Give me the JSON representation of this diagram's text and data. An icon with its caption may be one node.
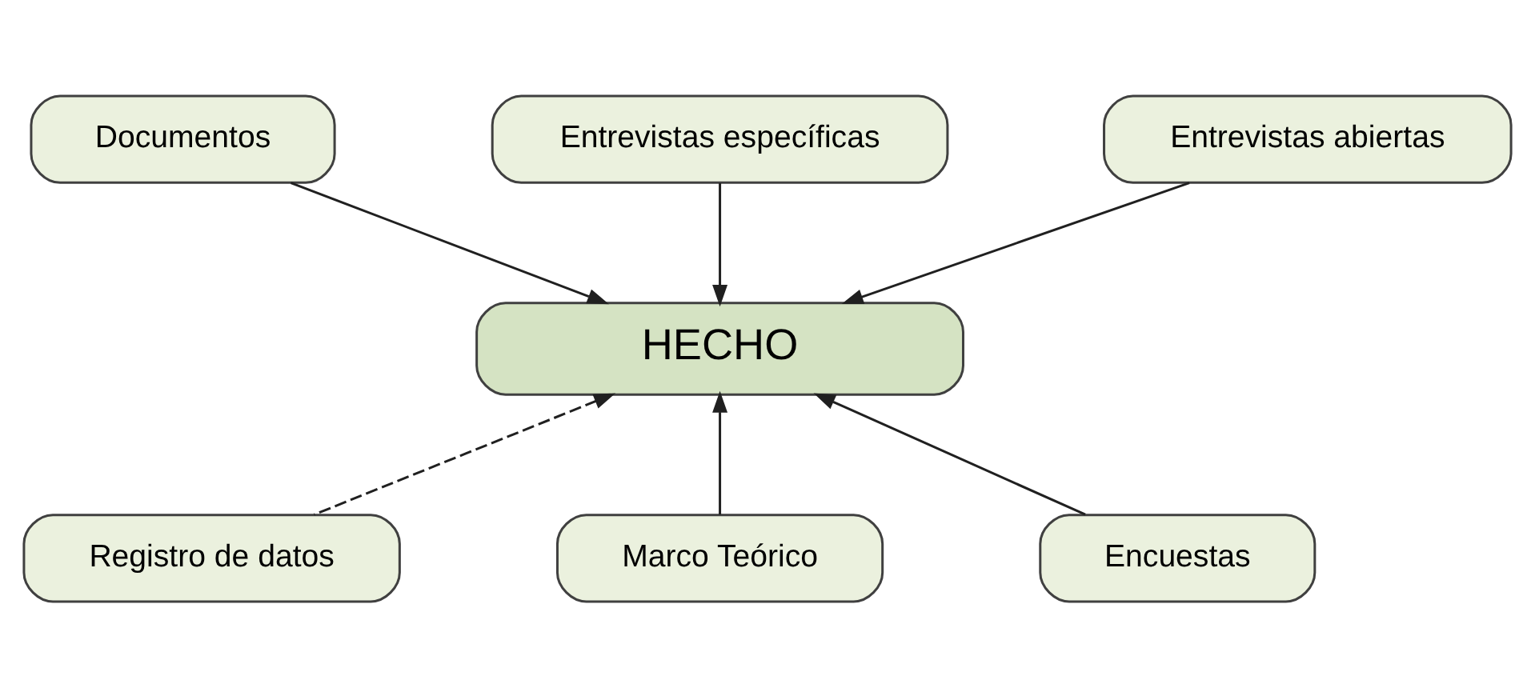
{
  "diagram": {
    "nodes": [
      {
        "text": [
          "Documentos"
        ]
      },
      {
        "text": [
          "Entrevistas específicas"
        ]
      },
      {
        "text": [
          "Entrevistas abiertas"
        ]
      },
      {
        "text": [
          "HECHO"
        ]
      },
      {
        "text": [
          "Registro de datos"
        ]
      },
      {
        "text": [
          "Marco Teórico"
        ]
      },
      {
        "text": [
          "Encuestas"
        ]
      }
    ],
    "edges": [
      {
        "from": 0,
        "to": 3,
        "arrow": "to"
      },
      {
        "from": 1,
        "to": 3,
        "arrow": "to"
      },
      {
        "from": 2,
        "to": 3,
        "arrow": "to"
      },
      {
        "from": 4,
        "to": 3,
        "arrow": "to",
        "style": "dashed"
      },
      {
        "from": 5,
        "to": 3,
        "arrow": "to"
      },
      {
        "from": 6,
        "to": 3,
        "arrow": "to"
      }
    ]
  }
}
